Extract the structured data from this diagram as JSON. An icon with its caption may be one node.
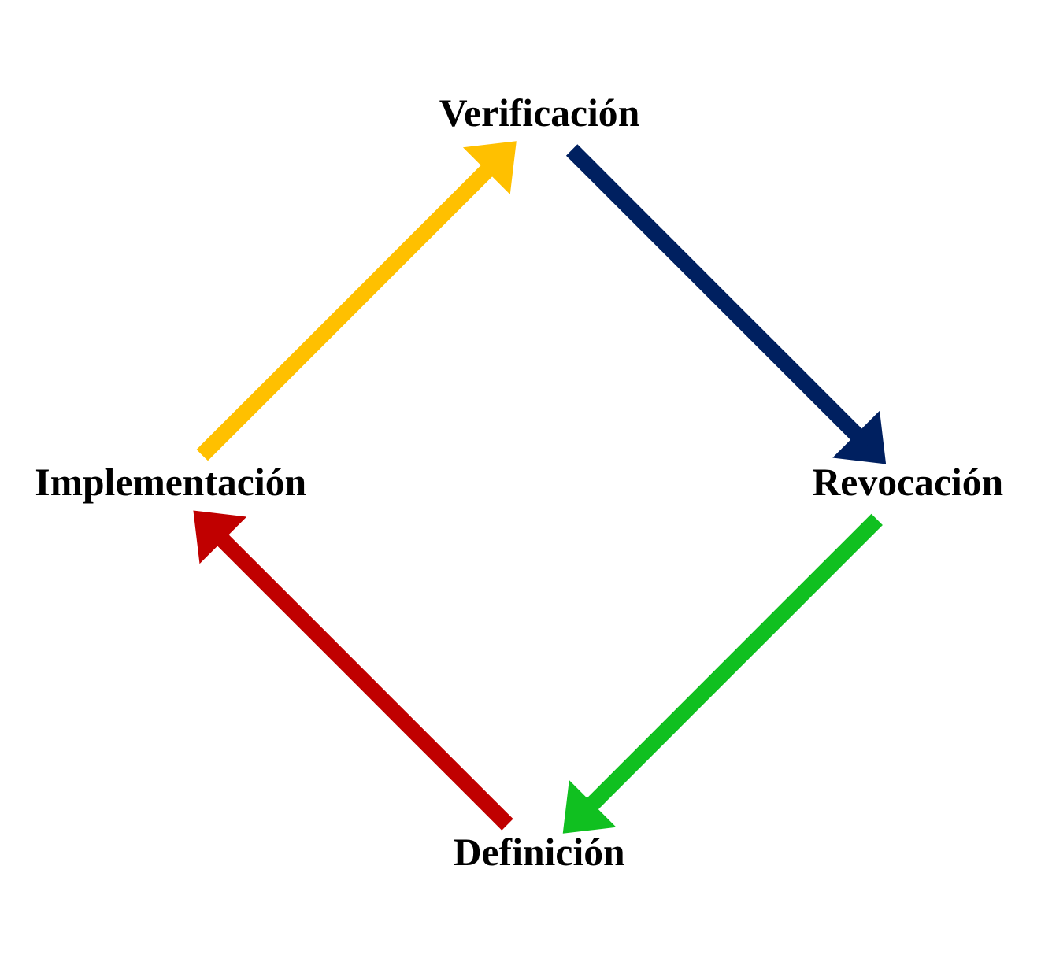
{
  "diagram": {
    "nodes": [
      {
        "text": [
          "Definición"
        ]
      },
      {
        "text": [
          "Implementación"
        ]
      },
      {
        "text": [
          "Verificación"
        ]
      },
      {
        "text": [
          "Revocación"
        ]
      }
    ],
    "edges": [
      {
        "from": 0,
        "to": 1,
        "arrow": "to",
        "color": "#c00000"
      },
      {
        "from": 1,
        "to": 2,
        "arrow": "to",
        "color": "#ffc000"
      },
      {
        "from": 2,
        "to": 3,
        "arrow": "to",
        "color": "#002060"
      },
      {
        "from": 3,
        "to": 0,
        "arrow": "to",
        "color": "#10c020"
      }
    ]
  }
}
